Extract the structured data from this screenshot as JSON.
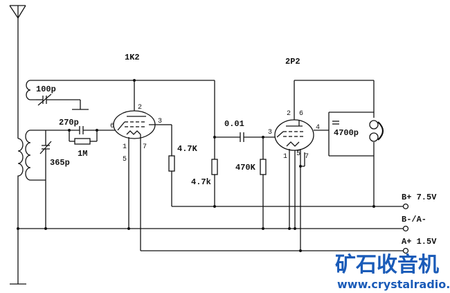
{
  "tubes": {
    "detector": "1K2",
    "amplifier": "2P2"
  },
  "components": {
    "c_tickler": "100p",
    "c_grid": "270p",
    "r_grid": "1M",
    "c_tuning": "365p",
    "r_plate1": "4.7K",
    "r_load": "4.7k",
    "c_coupling": "0.01",
    "r_grid2": "470K",
    "c_bypass": "4700p"
  },
  "pins": {
    "t1_p2": "2",
    "t1_p3": "3",
    "t1_p6": "6",
    "t1_p1": "1",
    "t1_p5": "5",
    "t1_p7": "7",
    "t2_p2": "2",
    "t2_p6": "6",
    "t2_p3": "3",
    "t2_p4": "4",
    "t2_p1": "1",
    "t2_p5": "5",
    "t2_p7": "7"
  },
  "supplies": {
    "b_plus": "B+  7.5V",
    "b_minus": "B-/A-",
    "a_plus": "A+  1.5V"
  },
  "watermark": {
    "brand": "矿石收音机",
    "url": "www.crystalradio.cn"
  }
}
